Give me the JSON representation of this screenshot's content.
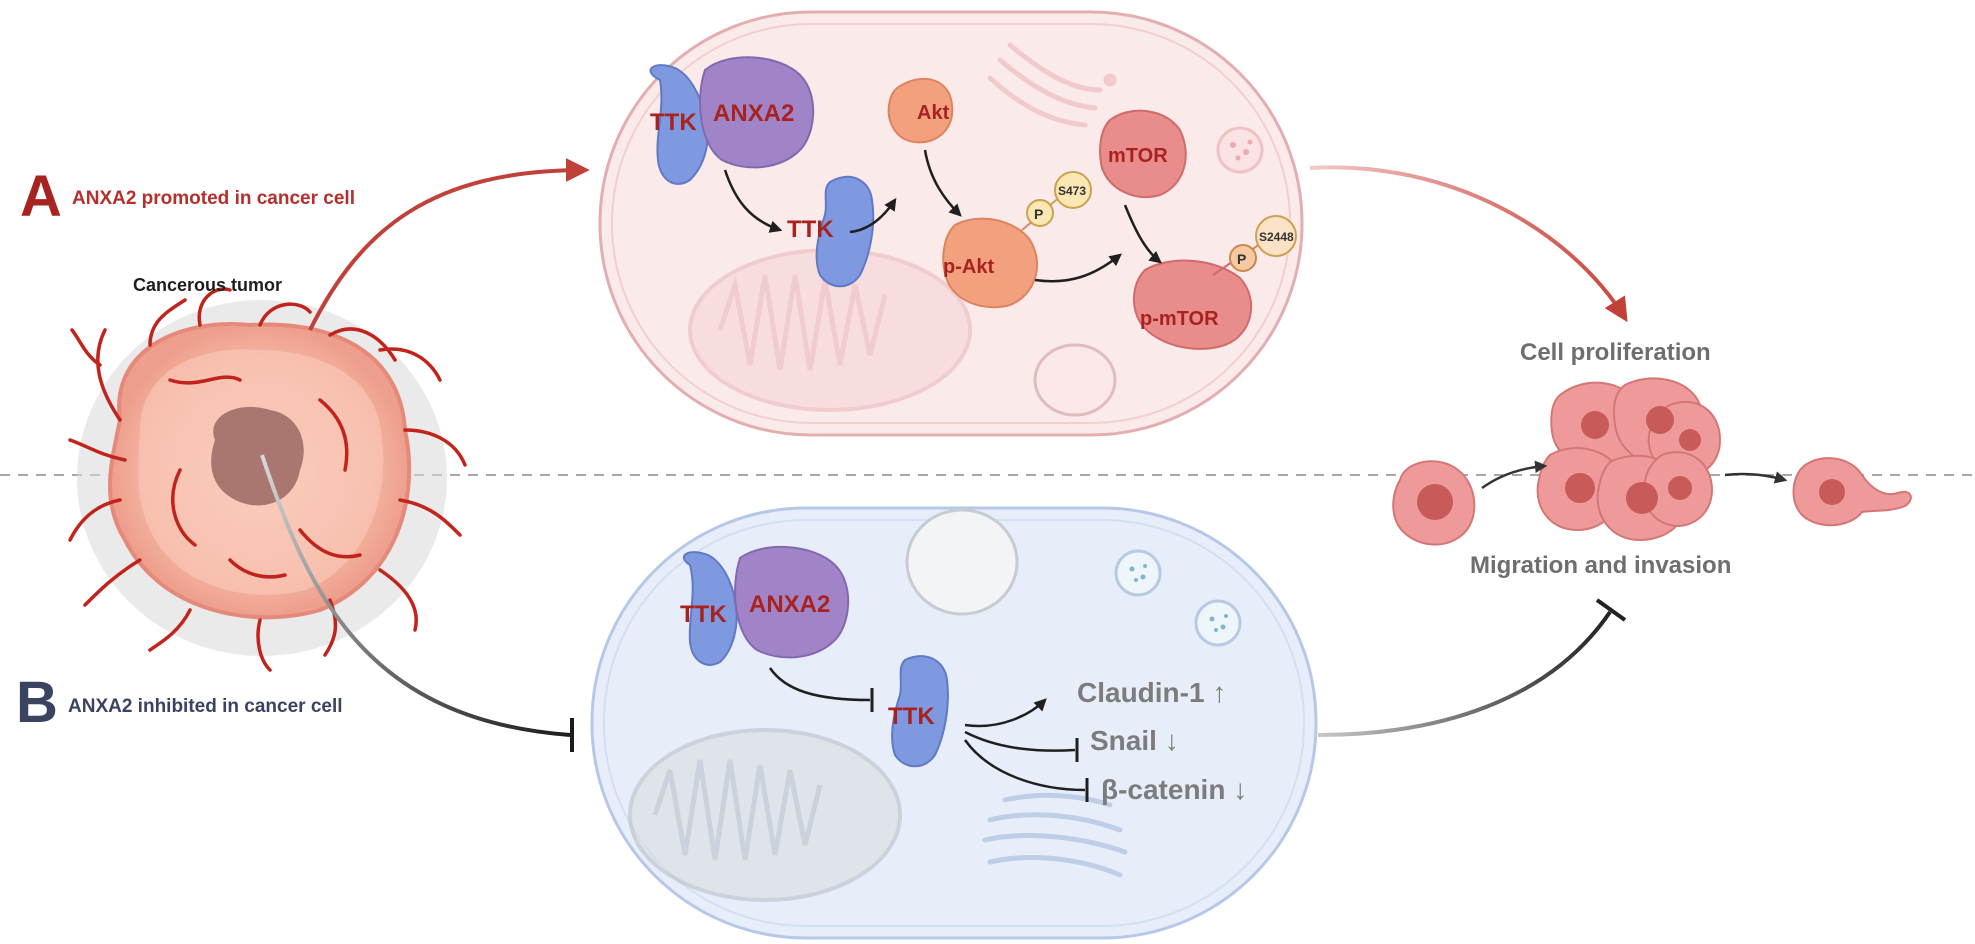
{
  "panel_a": {
    "letter": "A",
    "title": "ANXA2 promoted in cancer cell"
  },
  "panel_b": {
    "letter": "B",
    "title": "ANXA2 inhibited in cancer cell"
  },
  "tumor": {
    "label": "Cancerous tumor"
  },
  "cell_a": {
    "ttk_complex": "TTK",
    "anxa2": "ANXA2",
    "ttk": "TTK",
    "akt": "Akt",
    "p_akt": "p-Akt",
    "phospho_akt": "P",
    "site_akt": "S473",
    "mtor": "mTOR",
    "p_mtor": "p-mTOR",
    "phospho_mtor": "P",
    "site_mtor": "S2448"
  },
  "cell_b": {
    "ttk_complex": "TTK",
    "anxa2": "ANXA2",
    "ttk": "TTK",
    "claudin": "Claudin-1 ↑",
    "snail": "Snail ↓",
    "catenin": "β-catenin ↓"
  },
  "outcomes": {
    "proliferation": "Cell proliferation",
    "migration": "Migration and invasion"
  },
  "colors": {
    "red_accent": "#b5302c",
    "dark_navy": "#3a4460",
    "ttk_blue": "#7f99e0",
    "anxa2_purple": "#a184c7",
    "akt_orange": "#f3a07e",
    "mtor_pink": "#e88c8c",
    "cell_a_fill": "#fbeaea",
    "cell_b_fill": "#e7eef9"
  }
}
